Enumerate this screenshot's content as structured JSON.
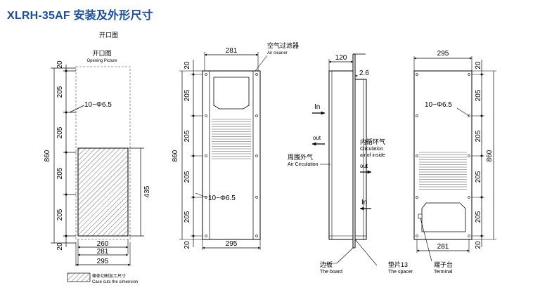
{
  "title": "XLRH-35AF 安装及外形尺寸",
  "subtitle": "开口图",
  "opening": {
    "label_cn": "开口图",
    "label_en": "Opening Picture",
    "dims": {
      "h860": "860",
      "h205a": "205",
      "h205b": "205",
      "h205c": "205",
      "h205d": "205",
      "h20top": "20",
      "h20bot": "20",
      "h435": "435",
      "w260": "260",
      "w281": "281",
      "w295": "295"
    },
    "hole_note": "10−Φ6.5"
  },
  "legend": {
    "cn": "箱体切割加工尺寸",
    "en": "Case cuts the cimension"
  },
  "front": {
    "filter_cn": "空气过滤器",
    "filter_en": "Air cleaner",
    "dims": {
      "w281": "281",
      "w295": "295",
      "h860": "860",
      "h20top": "20",
      "h20bot": "20",
      "h205a": "205",
      "h205b": "205",
      "h205c": "205",
      "h205d": "205"
    },
    "hole_note": "10−Φ6.5"
  },
  "side": {
    "w120": "120",
    "t26": "2.6",
    "in_top": "In",
    "out_left": "out",
    "outer_cn": "周围外气",
    "outer_en": "Air Circulation",
    "inner_cn": "内循环气",
    "inner_en1": "Circulation",
    "inner_en2": "air of inside",
    "out_right": "out",
    "in_bottom": "In",
    "board_cn": "边板",
    "board_en": "The board",
    "spacer_cn": "垫片13",
    "spacer_en": "The spacer"
  },
  "back": {
    "w295": "295",
    "w281": "281",
    "h860": "860",
    "h20top": "20",
    "h20bot": "20",
    "h205a": "205",
    "h205b": "205",
    "h205c": "205",
    "h205d": "205",
    "hole_note": "10−Φ6.5",
    "terminal_cn": "端子台",
    "terminal_en": "Terminal"
  }
}
